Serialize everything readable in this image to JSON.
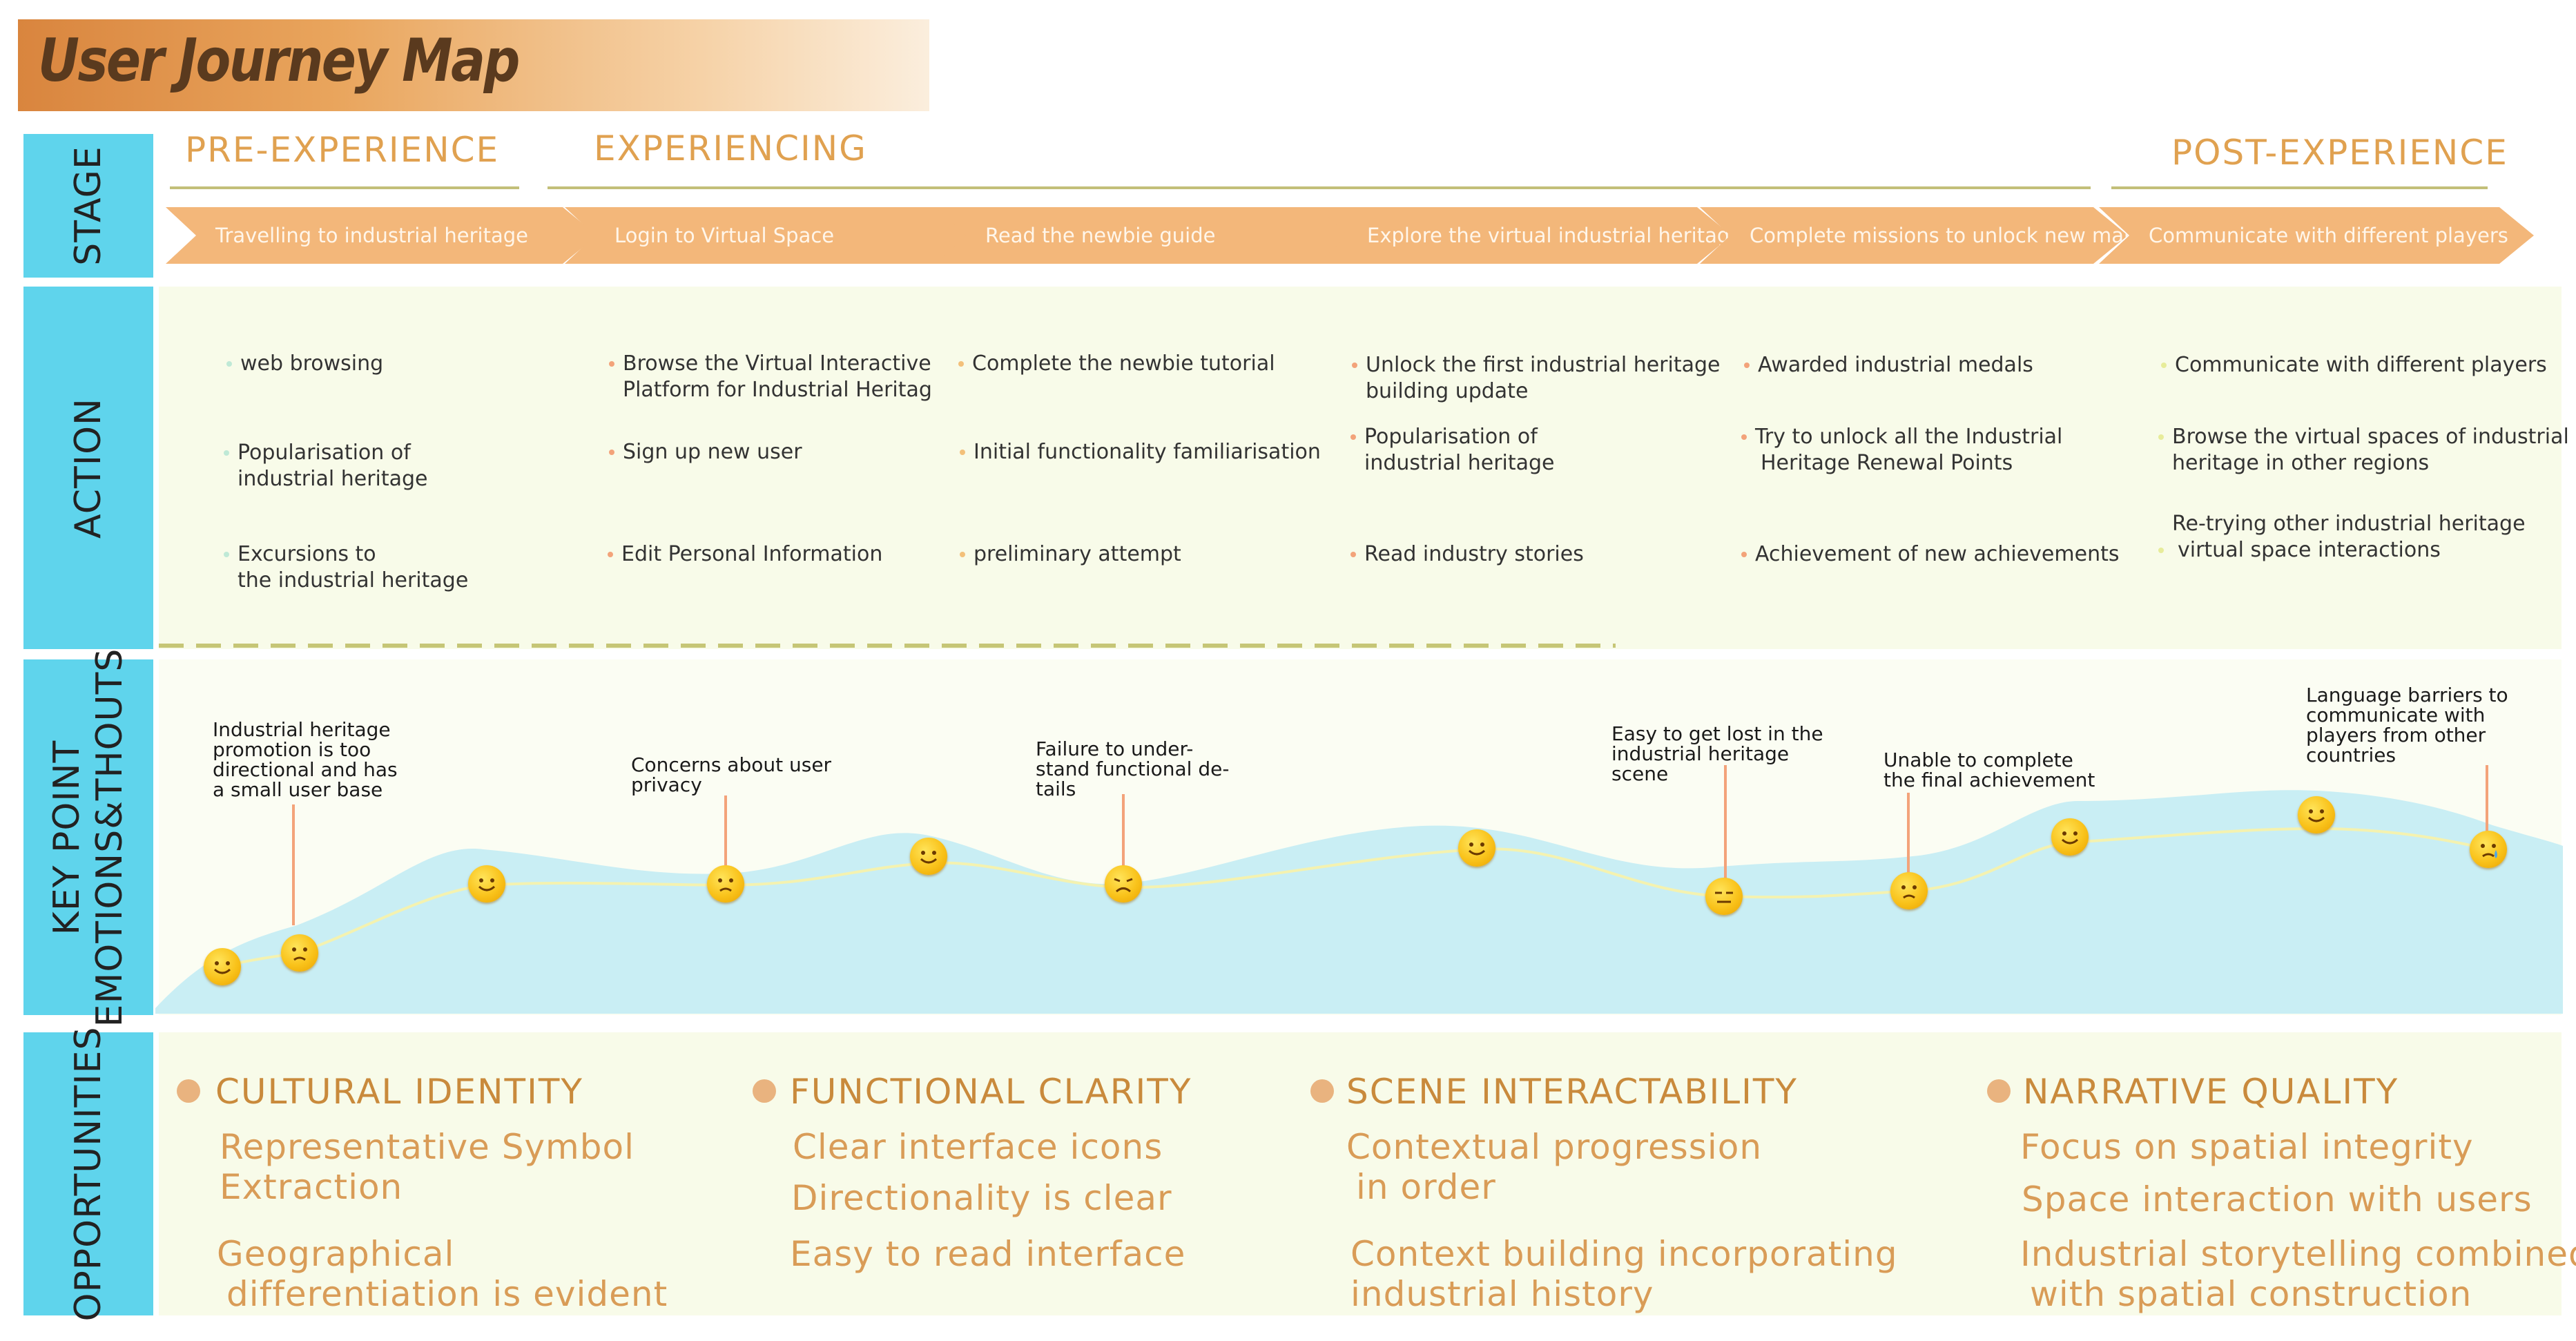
{
  "title": "User Journey Map",
  "row_labels": {
    "stage": "STAGE",
    "action": "ACTION",
    "emotions_line1": "KEY POINT",
    "emotions_line2": "EMOTIONS&THOUTS",
    "opportunities": "OPPORTUNITIES"
  },
  "phases": [
    "PRE-EXPERIENCE",
    "EXPERIENCING",
    "POST-EXPERIENCE"
  ],
  "steps": [
    "Travelling to industrial heritage",
    "Login to Virtual Space",
    "Read the newbie guide",
    "Explore the virtual industrial heritage",
    "Complete missions to unlock new maps",
    "Communicate with different players"
  ],
  "actions": [
    [
      "web browsing",
      "Popularisation of",
      "industrial heritage",
      "Excursions to",
      "the industrial heritage"
    ],
    [
      "Browse the Virtual Interactive",
      "Platform for Industrial Heritag",
      "Sign up new user",
      "Edit Personal Information"
    ],
    [
      "Complete the newbie tutorial",
      "Initial functionality familiarisation",
      "preliminary attempt"
    ],
    [
      "Unlock the first industrial heritage",
      "building update",
      "Popularisation of",
      "industrial heritage",
      "Read industry stories"
    ],
    [
      "Awarded industrial medals",
      "Try to unlock all the Industrial",
      "Heritage Renewal Points",
      "Achievement of new achievements"
    ],
    [
      "Communicate with different players",
      "Browse the virtual spaces of industrial",
      "heritage in other regions",
      "Re-trying other industrial heritage",
      "virtual space interactions"
    ]
  ],
  "pain_points": [
    [
      "Industrial heritage",
      "promotion is too",
      "directional and has",
      "a small user base"
    ],
    [
      "Concerns about user",
      "privacy"
    ],
    [
      "Failure to under-",
      "stand functional de-",
      "tails"
    ],
    [
      "Easy to get lost in the",
      "industrial heritage",
      "scene"
    ],
    [
      "Unable to complete",
      "the final achievement"
    ],
    [
      "Language barriers to",
      "communicate with",
      "players from other",
      "countries"
    ]
  ],
  "emotion_faces": [
    "happy",
    "sad",
    "happy",
    "sad",
    "happy",
    "frown",
    "happy",
    "neutral",
    "sad",
    "happy",
    "happy",
    "crying"
  ],
  "opportunities": [
    {
      "heading": "CULTURAL IDENTITY",
      "items": [
        "Representative Symbol",
        "Extraction",
        "Geographical",
        "differentiation is evident"
      ]
    },
    {
      "heading": "FUNCTIONAL CLARITY",
      "items": [
        "Clear interface icons",
        "Directionality is clear",
        "Easy to read interface"
      ]
    },
    {
      "heading": "SCENE INTERACTABILITY",
      "items": [
        "Contextual progression",
        "in order",
        "Context building incorporating",
        "industrial history"
      ]
    },
    {
      "heading": "NARRATIVE QUALITY",
      "items": [
        "Focus on spatial integrity",
        "Space interaction with users",
        "Industrial storytelling combined",
        "with spatial construction"
      ]
    }
  ],
  "colors": {
    "side_label_bg": "#5fd4ec",
    "chevron": "#f3b77a",
    "wave": "#c9eef4",
    "accent": "#e0a150"
  }
}
